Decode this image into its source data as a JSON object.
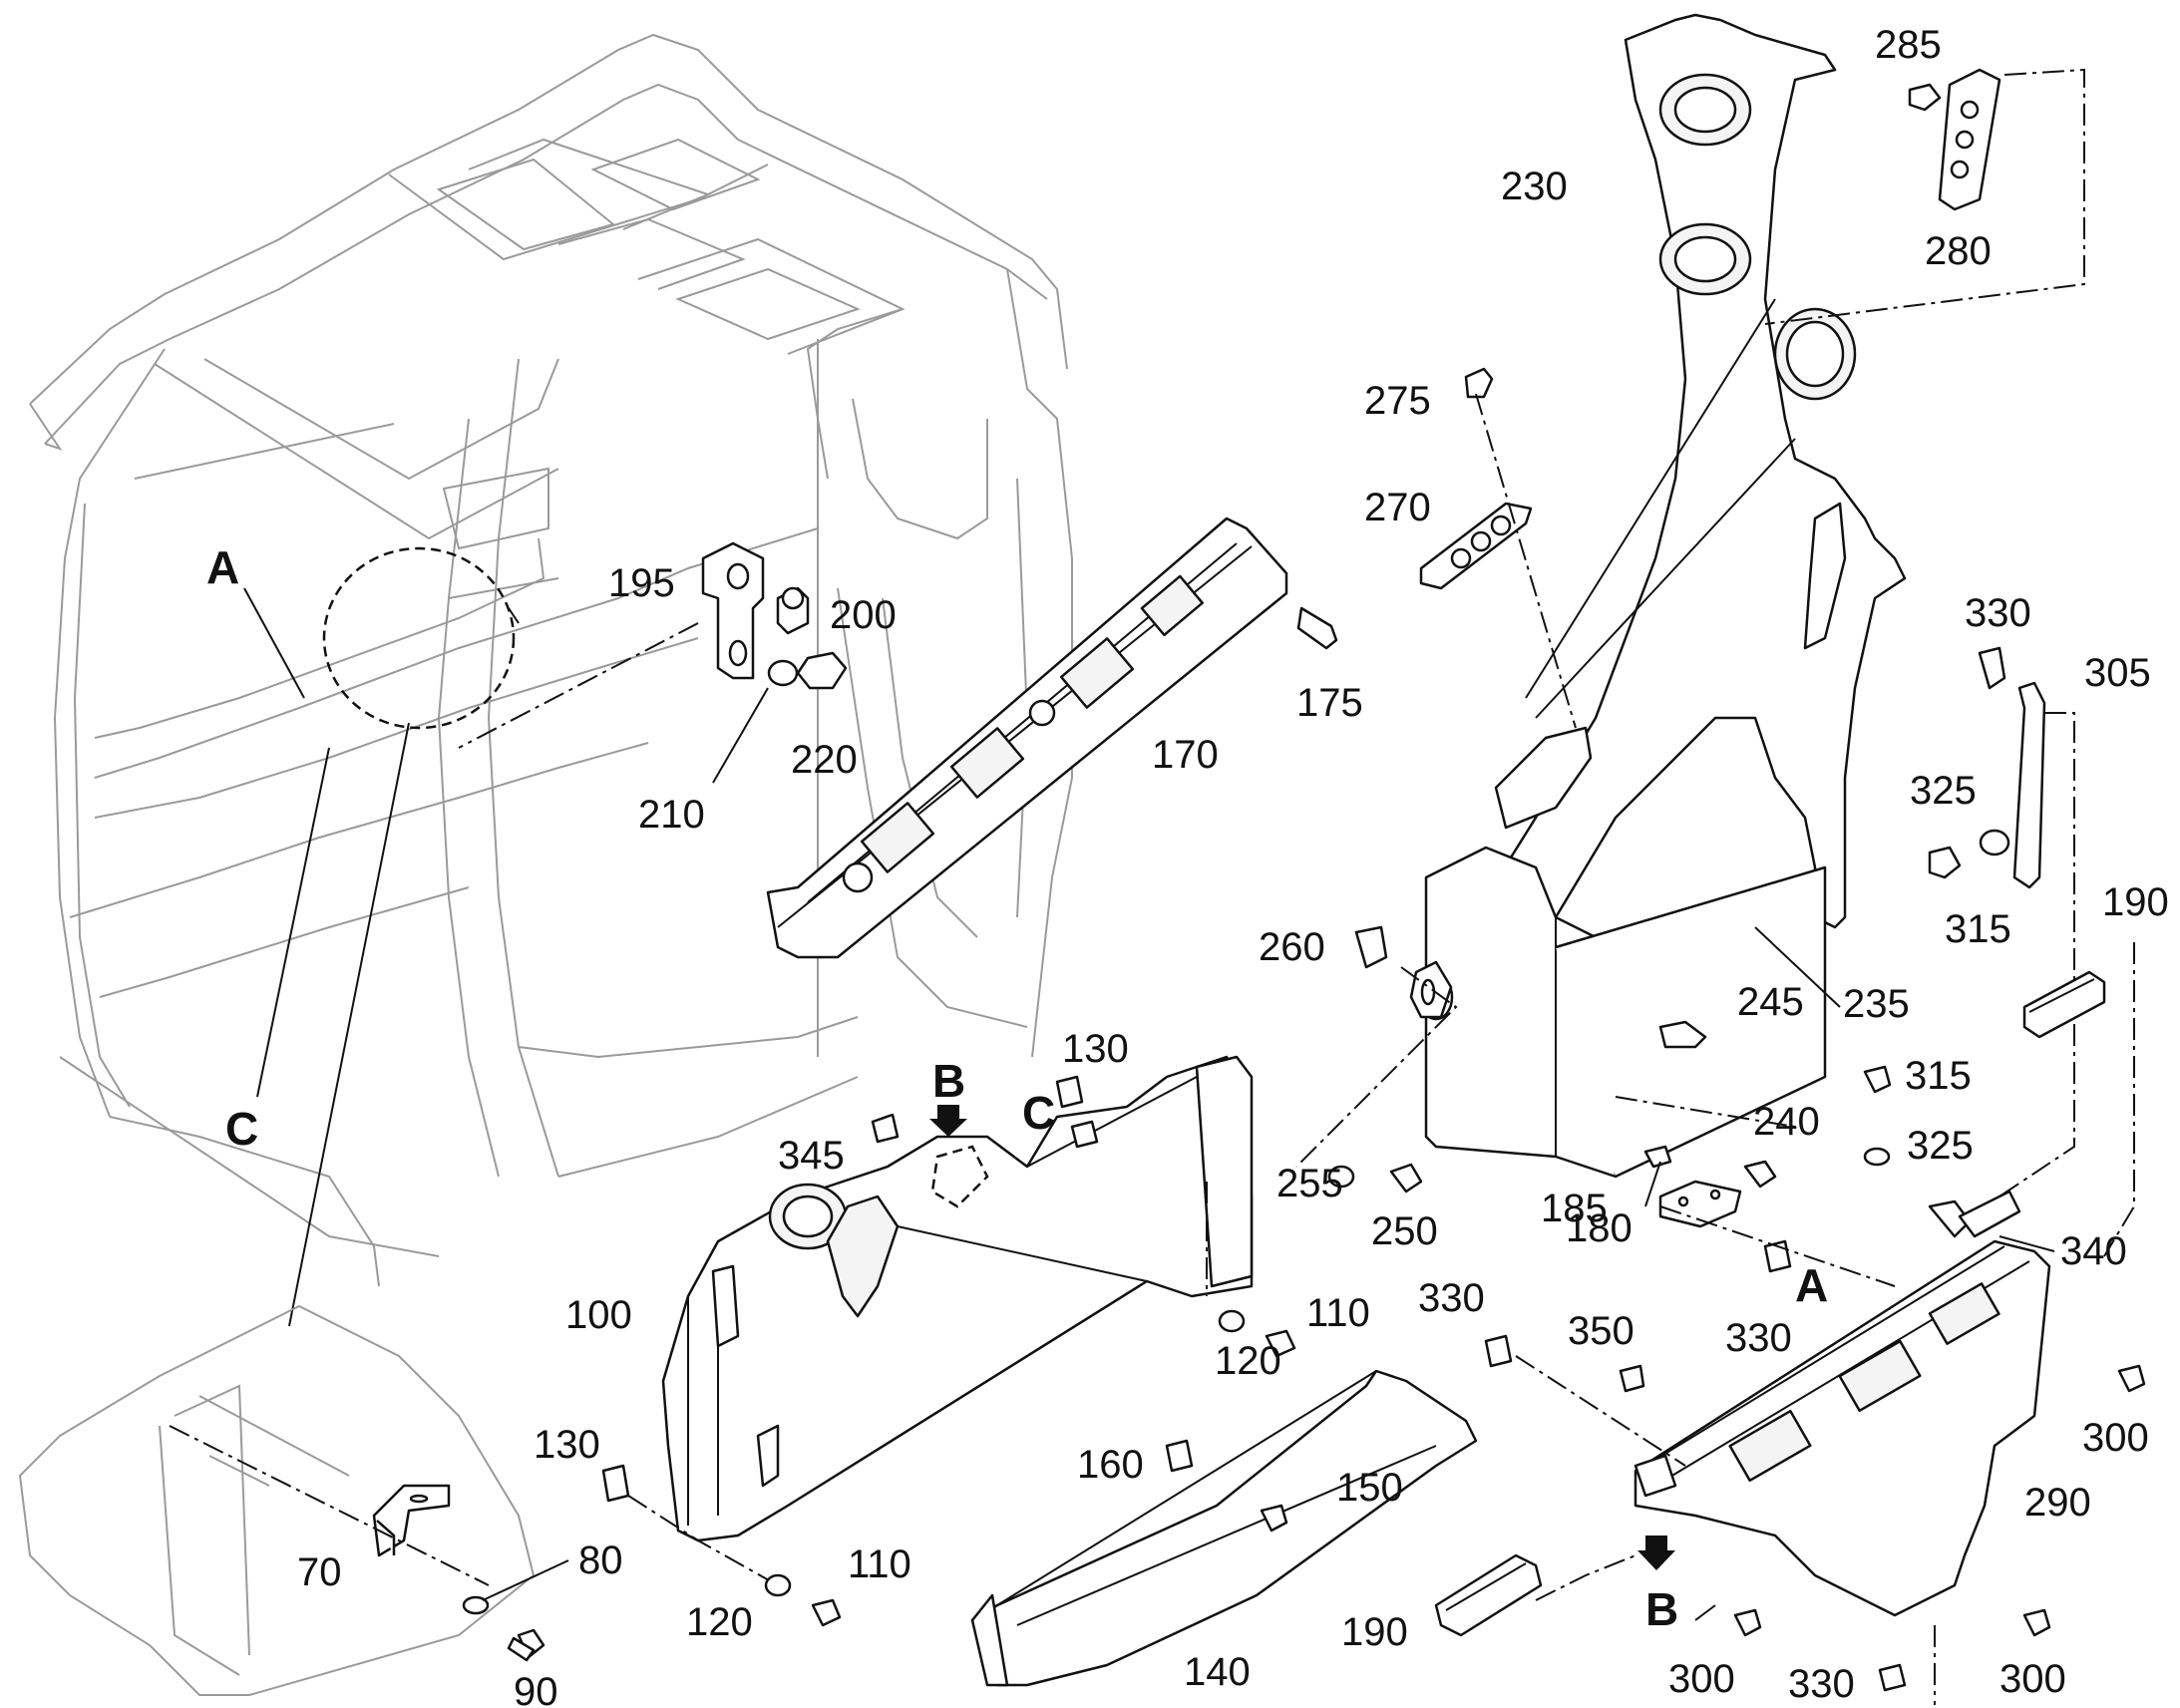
{
  "labels": {
    "p70": "70",
    "p80": "80",
    "p90": "90",
    "p100": "100",
    "p110a": "110",
    "p110b": "110",
    "p120a": "120",
    "p120b": "120",
    "p130a": "130",
    "p130b": "130",
    "p140": "140",
    "p150": "150",
    "p160": "160",
    "p170": "170",
    "p175": "175",
    "p180": "180",
    "p185": "185",
    "p190a": "190",
    "p190b": "190",
    "p195": "195",
    "p200": "200",
    "p210": "210",
    "p220": "220",
    "p230": "230",
    "p235": "235",
    "p240": "240",
    "p245": "245",
    "p250": "250",
    "p255": "255",
    "p260": "260",
    "p270": "270",
    "p275": "275",
    "p280": "280",
    "p285": "285",
    "p290": "290",
    "p300a": "300",
    "p300b": "300",
    "p300c": "300",
    "p305": "305",
    "p315a": "315",
    "p315b": "315",
    "p325a": "325",
    "p325b": "325",
    "p330a": "330",
    "p330b": "330",
    "p330c": "330",
    "p330d": "330",
    "p340": "340",
    "p345": "345",
    "p350": "350"
  },
  "callouts": {
    "A_cab": "A",
    "C_cab": "C",
    "B_top": "B",
    "C_top": "C",
    "A_panel": "A",
    "B_bottom": "B"
  }
}
